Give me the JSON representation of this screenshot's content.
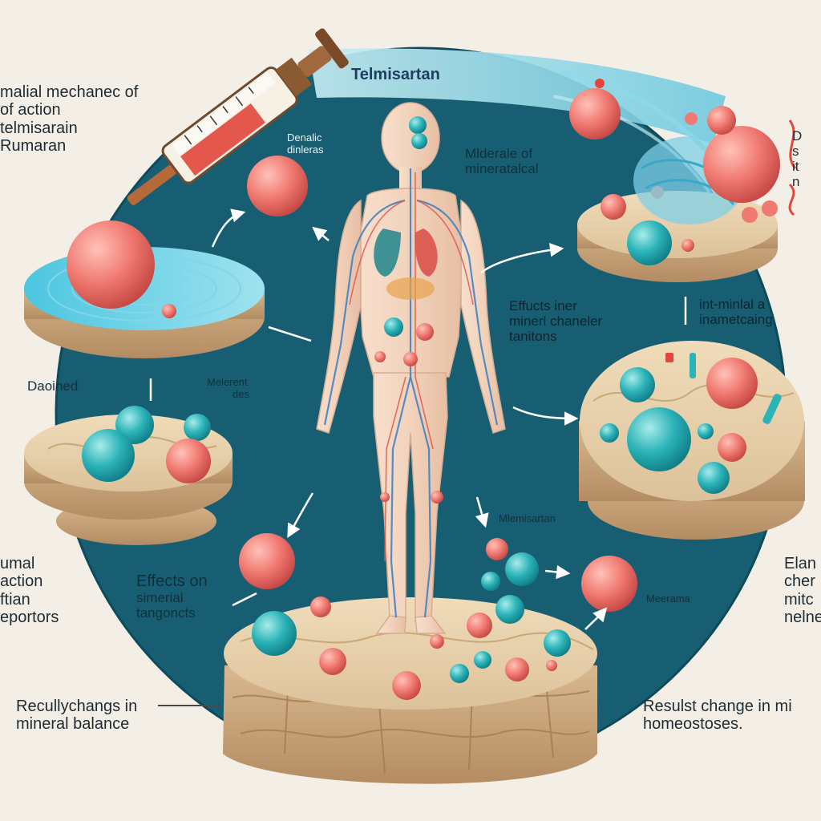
{
  "title": "Telmisartan",
  "top_left": [
    "malial mechanec of",
    "of action",
    "telmisarain",
    "Rumaran"
  ],
  "top_center_small": [
    "Denalic",
    "dinleras"
  ],
  "top_center_right": [
    "Mlderale of",
    "mineratalcal"
  ],
  "mid_right_effects": [
    "Effucts iner",
    "minerl chaneler",
    "tanitons"
  ],
  "mid_right_far": [
    "int-minlal a",
    "inametcaing"
  ],
  "left_daoined": "Daoined",
  "left_melerent": [
    "Melerent",
    "des"
  ],
  "lower_center_mlem": "Mlemisartan",
  "lower_left_effects": [
    "Effects on",
    "simerial",
    "tangoncts"
  ],
  "meerama": "Meerama",
  "bottom_left_margin": [
    "umal",
    "action",
    "ftian",
    "eportors"
  ],
  "bottom_right_margin": [
    "Elan",
    "cher",
    "mitc",
    "nelne"
  ],
  "top_right_margin": [
    "D",
    "s",
    "it",
    "n"
  ],
  "result_left": [
    "Recullychangs in",
    "mineral balance"
  ],
  "result_right": [
    "Resulst change in mi",
    "homeostoses."
  ],
  "colors": {
    "background": "#f4efe6",
    "circle": "#175e73",
    "teal_sphere": "#2bb3b8",
    "red_sphere": "#f07a72",
    "rock": "#e0c8a0",
    "skin": "#f2d2bb"
  }
}
